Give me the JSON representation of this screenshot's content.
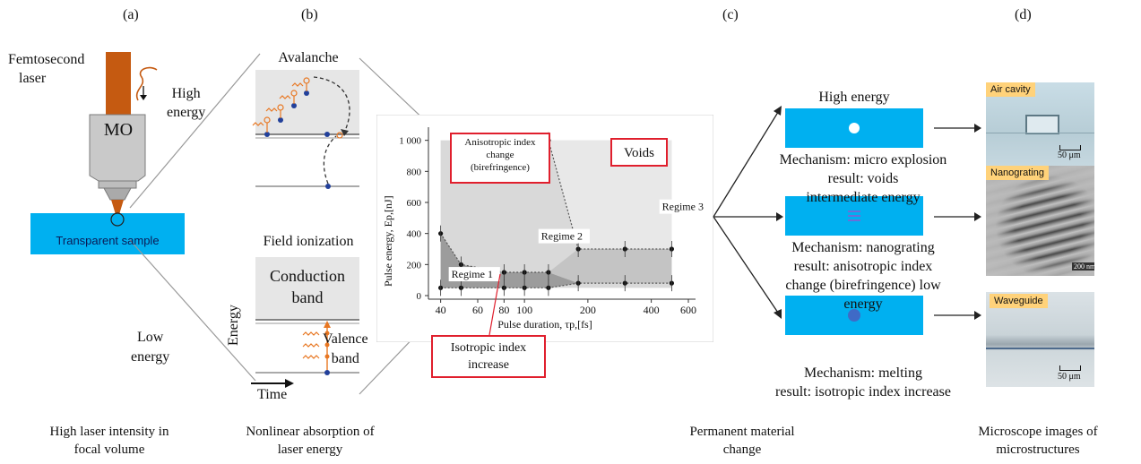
{
  "panel_labels": {
    "a": "(a)",
    "b": "(b)",
    "c": "(c)",
    "d": "(d)"
  },
  "panel_a": {
    "laser_label_1": "Femtosecond",
    "laser_label_2": "laser",
    "high_energy_1": "High",
    "high_energy_2": "energy",
    "objective": "MO",
    "sample": "Transparent sample",
    "low_energy_1": "Low",
    "low_energy_2": "energy",
    "caption_1": "High laser intensity in",
    "caption_2": "focal volume"
  },
  "panel_b": {
    "avalanche": "Avalanche",
    "field_ionization": "Field ionization",
    "conduction_1": "Conduction",
    "conduction_2": "band",
    "valence_1": "Valence",
    "valence_2": "band",
    "energy_axis": "Energy",
    "time_axis": "Time",
    "caption_1": "Nonlinear absorption of",
    "caption_2": "laser energy"
  },
  "chart_data": {
    "type": "scatter",
    "xlabel": "Pulse duration, τp,[fs]",
    "ylabel": "Pulse energy, Ep,[nJ]",
    "xlim": [
      35,
      600
    ],
    "ylim": [
      0,
      1050
    ],
    "x_ticks": [
      40,
      60,
      80,
      100,
      200,
      400,
      600
    ],
    "x_tick_labels": [
      "40",
      "60",
      "80",
      "100",
      "200",
      "400",
      "600"
    ],
    "y_ticks": [
      0,
      200,
      400,
      600,
      800,
      1000
    ],
    "y_tick_labels": [
      "0",
      "200",
      "400",
      "600",
      "800",
      "1 000"
    ],
    "regime_labels": [
      "Regime 1",
      "Regime 2",
      "Regime 3"
    ],
    "regime_positions": [
      [
        45,
        115
      ],
      [
        120,
        360
      ],
      [
        450,
        550
      ]
    ],
    "series": [
      {
        "values": [
          [
            40,
            50
          ],
          [
            50,
            50
          ],
          [
            80,
            50
          ],
          [
            100,
            50
          ],
          [
            130,
            50
          ],
          [
            180,
            80
          ],
          [
            300,
            80
          ],
          [
            500,
            80
          ]
        ]
      },
      {
        "values": [
          [
            40,
            400
          ],
          [
            50,
            200
          ],
          [
            80,
            150
          ],
          [
            100,
            150
          ],
          [
            130,
            150
          ]
        ]
      },
      {
        "values": [
          [
            130,
            1000
          ],
          [
            180,
            300
          ],
          [
            300,
            300
          ],
          [
            500,
            300
          ]
        ]
      }
    ],
    "annotations": {
      "anisotropic_1": "Anisotropic index",
      "anisotropic_2": "change",
      "anisotropic_3": "(birefringence)",
      "voids": "Voids",
      "isotropic_1": "Isotropic index",
      "isotropic_2": "increase"
    }
  },
  "panel_c": {
    "high_energy": "High energy",
    "mech1_1": "Mechanism: micro explosion",
    "mech1_2": "result: voids",
    "intermediate": "intermediate energy",
    "mech2_1": "Mechanism: nanograting",
    "mech2_2": "result: anisotropic index",
    "mech2_3": "change (birefringence) low",
    "mech2_4": "energy",
    "mech3_1": "Mechanism: melting",
    "mech3_2": "result: isotropic index increase",
    "caption_1": "Permanent material",
    "caption_2": "change"
  },
  "panel_d": {
    "air_cavity": "Air cavity",
    "scale1": "50 μm",
    "nanograting": "Nanograting",
    "scale2": "200 nm",
    "waveguide": "Waveguide",
    "scale3": "50 μm",
    "caption_1": "Microscope images of",
    "caption_2": "microstructures"
  },
  "colors": {
    "sample_blue": "#00b0f0",
    "laser_orange": "#c55a11",
    "red_box": "#e01f2d",
    "tag": "#ffd27a"
  }
}
